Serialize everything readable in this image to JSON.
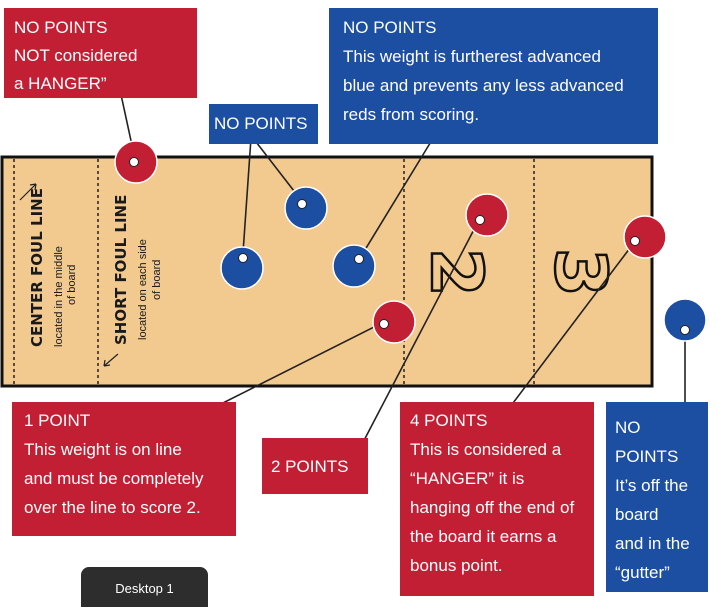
{
  "board": {
    "center_foul_line": "CENTER FOUL LINE",
    "center_foul_line_note_1": "located in the middle",
    "center_foul_line_note_2": "of board",
    "short_foul_line": "SHORT FOUL LINE",
    "short_foul_line_note_1": "located on each side",
    "short_foul_line_note_2": "of board",
    "zone_2": "2",
    "zone_3": "3"
  },
  "callouts": {
    "hanger_top": [
      "NO POINTS",
      "NOT  considered",
      "a HANGER”"
    ],
    "blue_advanced": [
      "NO POINTS",
      "This weight is furtherest advanced",
      "blue and prevents any less advanced",
      "reds from scoring."
    ],
    "no_points_mid": [
      "NO POINTS"
    ],
    "one_point": [
      "1 POINT",
      "This weight is on line",
      "and must be completely",
      "over the line to score 2."
    ],
    "two_points": [
      "2 POINTS"
    ],
    "four_points": [
      "4 POINTS",
      "This is considered a",
      "“HANGER”  it is",
      "hanging off the end of",
      "the board it earns a",
      "bonus point."
    ],
    "gutter": [
      "NO",
      "POINTS",
      "It’s off the",
      "board",
      "and in the",
      "“gutter”"
    ]
  },
  "taskbar": {
    "desktop_label": "Desktop 1"
  },
  "colors": {
    "red": "#c21f34",
    "blue": "#1c4ea1",
    "board": "#f2c98f"
  }
}
